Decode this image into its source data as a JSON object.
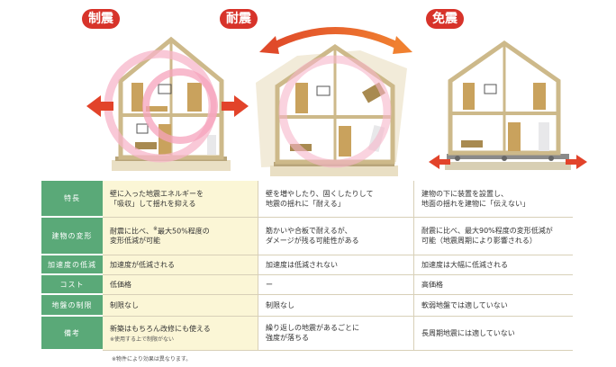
{
  "headers": {
    "damping": "制震",
    "resistant": "耐震",
    "isolation": "免震"
  },
  "rows": [
    {
      "label": "特長",
      "damping": [
        "壁に入った地震エネルギーを",
        "「吸収」して揺れを抑える"
      ],
      "resistant": [
        "壁を増やしたり、固くしたりして",
        "地震の揺れに「耐える」"
      ],
      "isolation": [
        "建物の下に装置を設置し、",
        "地面の揺れを建物に「伝えない」"
      ]
    },
    {
      "label": "建物の変形",
      "damping": [
        "耐震に比べ、",
        "最大50%程度の",
        "変形低減が可能"
      ],
      "resistant": [
        "筋かいや合板で耐えるが、",
        "ダメージが残る可能性がある"
      ],
      "isolation": [
        "耐震に比べ、最大90%程度の変形低減が",
        "可能（地震周期により影響される）"
      ]
    },
    {
      "label": "加速度の低減",
      "damping": "加速度が低減される",
      "resistant": "加速度は低減されない",
      "isolation": "加速度は大幅に低減される"
    },
    {
      "label": "コスト",
      "damping": "低価格",
      "resistant": "ー",
      "isolation": "高価格"
    },
    {
      "label": "地盤の制限",
      "damping": "制限なし",
      "resistant": "制限なし",
      "isolation": "軟弱地盤では適していない"
    },
    {
      "label": "備考",
      "damping": "新築はもちろん改修にも使える",
      "damping_note": "※使用する上で制限がない",
      "resistant": [
        "繰り返しの地震があるごとに",
        "強度が落ちる"
      ],
      "isolation": "長周期地震には適していない"
    }
  ],
  "asterisk": "※",
  "footnote": "※物件により効果は異なります。"
}
